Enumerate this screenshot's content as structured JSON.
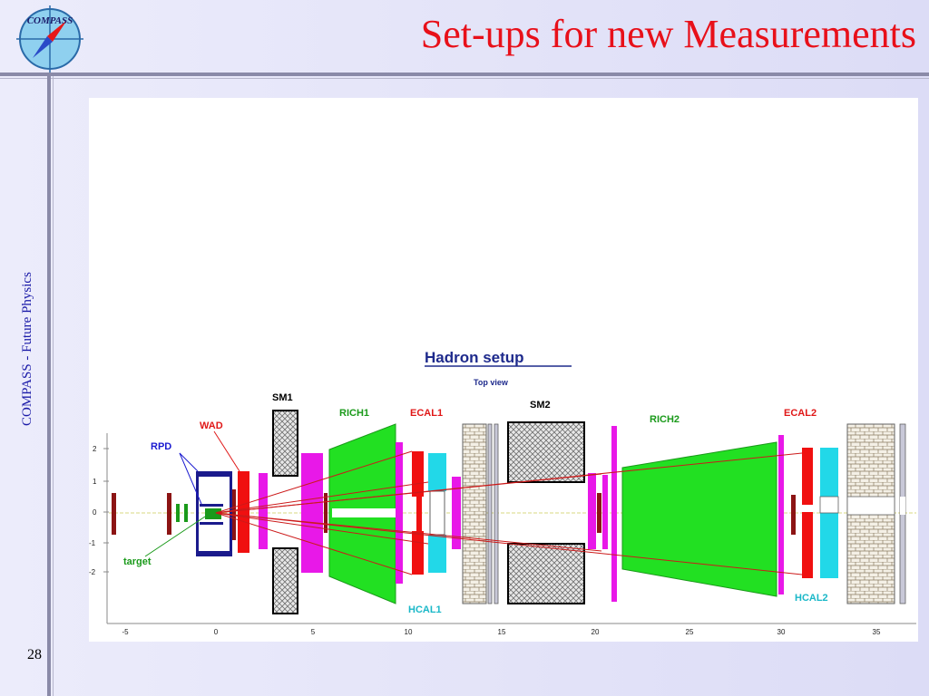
{
  "slide": {
    "title": "Set-ups for new Measurements",
    "side_text": "COMPASS - Future Physics",
    "page_number": "28",
    "logo_text": "COMPASS"
  },
  "diagram": {
    "title": "Hadron  setup",
    "subtitle": "Top  view",
    "labels": {
      "sm1": "SM1",
      "sm2": "SM2",
      "rich1": "RICH1",
      "rich2": "RICH2",
      "ecal1": "ECAL1",
      "ecal2": "ECAL2",
      "hcal1": "HCAL1",
      "hcal2": "HCAL2",
      "wad": "WAD",
      "rpd": "RPD",
      "target": "target"
    },
    "y_ticks": [
      "2",
      "1",
      "0",
      "-1",
      "-2"
    ],
    "x_ticks": [
      "-5",
      "0",
      "5",
      "10",
      "15",
      "20",
      "25",
      "30",
      "35"
    ],
    "colors": {
      "title": "#1e2a8c",
      "red_label": "#e01818",
      "green_label": "#1a9a1a",
      "blue_label": "#1a1ad0",
      "magenta": "#e818e8",
      "green": "#22e022",
      "red": "#f01010",
      "cyan": "#22d8e8",
      "darkred": "#8c1414"
    }
  }
}
